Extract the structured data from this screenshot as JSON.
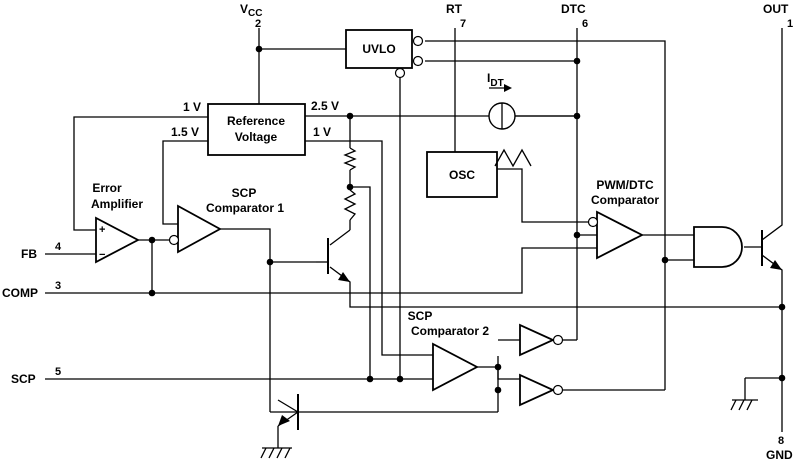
{
  "pins": {
    "vcc": {
      "name": "V",
      "sub": "CC",
      "number": "2"
    },
    "rt": {
      "name": "RT",
      "number": "7"
    },
    "dtc": {
      "name": "DTC",
      "number": "6"
    },
    "out": {
      "name": "OUT",
      "number": "1"
    },
    "fb": {
      "name": "FB",
      "number": "4"
    },
    "comp": {
      "name": "COMP",
      "number": "3"
    },
    "scp": {
      "name": "SCP",
      "number": "5"
    },
    "gnd": {
      "name": "GND",
      "number": "8"
    }
  },
  "blocks": {
    "uvlo": "UVLO",
    "reference_line1": "Reference",
    "reference_line2": "Voltage",
    "osc": "OSC"
  },
  "labels": {
    "ref_1v_left": "1 V",
    "ref_1_5v": "1.5 V",
    "ref_2_5v": "2.5 V",
    "ref_1v_right": "1 V",
    "idt_main": "I",
    "idt_sub": "DT",
    "error_amp_line1": "Error",
    "error_amp_line2": "Amplifier",
    "scp_comp1_line1": "SCP",
    "scp_comp1_line2": "Comparator 1",
    "pwm_line1": "PWM/DTC",
    "pwm_line2": "Comparator",
    "scp_comp2_line1": "SCP",
    "scp_comp2_line2": "Comparator 2",
    "plus": "+",
    "minus": "−"
  }
}
